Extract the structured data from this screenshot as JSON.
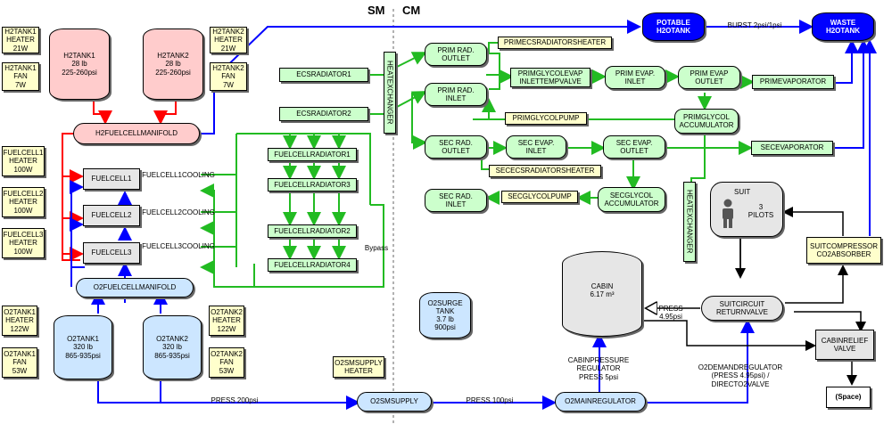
{
  "section_headers": {
    "sm": "SM",
    "cm": "CM"
  },
  "tanks": {
    "h2tank1": "H2TANK1\n28 lb\n225-260psi",
    "h2tank2": "H2TANK2\n28 lb\n225-260psi",
    "o2tank1": "O2TANK1\n320 lb\n865-935psi",
    "o2tank2": "O2TANK2\n320 lb\n865-935psi",
    "cabin": "CABIN\n6.17 m³",
    "o2surge": "O2SURGE\nTANK\n3.7 lb\n900psi",
    "potable": "POTABLE\nH2OTANK",
    "waste": "WASTE\nH2OTANK",
    "suit": "SUIT",
    "suit_pilots": "3\nPILOTS"
  },
  "heaters": {
    "h2t1_heater": "H2TANK1\nHEATER\n21W",
    "h2t1_fan": "H2TANK1\nFAN\n7W",
    "h2t2_heater": "H2TANK2\nHEATER\n21W",
    "h2t2_fan": "H2TANK2\nFAN\n7W",
    "fc1_heater": "FUELCELL1\nHEATER\n100W",
    "fc2_heater": "FUELCELL2\nHEATER\n100W",
    "fc3_heater": "FUELCELL3\nHEATER\n100W",
    "o2t1_heater": "O2TANK1\nHEATER\n122W",
    "o2t1_fan": "O2TANK1\nFAN\n53W",
    "o2t2_heater": "O2TANK2\nHEATER\n122W",
    "o2t2_fan": "O2TANK2\nFAN\n53W",
    "o2sm_heater": "O2SMSUPPLY\nHEATER",
    "prim_rad_heater": "PRIMECSRADIATORSHEATER",
    "sec_rad_heater": "SECECSRADIATORSHEATER",
    "prim_pump": "PRIMGLYCOLPUMP",
    "sec_pump": "SECGLYCOLPUMP"
  },
  "manifolds": {
    "h2": "H2FUELCELLMANIFOLD",
    "o2": "O2FUELCELLMANIFOLD"
  },
  "fuelcells": {
    "fc1": "FUELCELL1",
    "fc2": "FUELCELL2",
    "fc3": "FUELCELL3",
    "fc1_cooling": "FUELCELL1COOLING",
    "fc2_cooling": "FUELCELL2COOLING",
    "fc3_cooling": "FUELCELL3COOLING"
  },
  "radiators": {
    "r1": "FUELCELLRADIATOR1",
    "r2": "FUELCELLRADIATOR2",
    "r3": "FUELCELLRADIATOR3",
    "r4": "FUELCELLRADIATOR4",
    "bypass": "Bypass",
    "ecs1": "ECSRADIATOR1",
    "ecs2": "ECSRADIATOR2",
    "hx1": "HEATEXCHANGER",
    "hx2": "HEATEXCHANGER"
  },
  "glycol": {
    "prim_rad_outlet": "PRIM RAD.\nOUTLET",
    "prim_rad_inlet": "PRIM RAD.\nINLET",
    "prim_valve": "PRIMGLYCOLEVAP\nINLETTEMPVALVE",
    "prim_evap_inlet": "PRIM EVAP.\nINLET",
    "prim_evap_outlet": "PRIM EVAP\nOUTLET",
    "prim_evaporator": "PRIMEVAPORATOR",
    "prim_accum": "PRIMGLYCOL\nACCUMULATOR",
    "sec_rad_outlet": "SEC RAD.\nOUTLET",
    "sec_rad_inlet": "SEC RAD.\nINLET",
    "sec_evap_inlet": "SEC EVAP.\nINLET",
    "sec_evap_outlet": "SEC EVAP.\nOUTLET",
    "sec_evaporator": "SECEVAPORATOR",
    "sec_accum": "SECGLYCOL\nACCUMULATOR"
  },
  "life_support": {
    "suit_compressor": "SUITCOMPRESSOR\nCO2ABSORBER",
    "suit_circuit": "SUITCIRCUIT\nRETURNVALVE",
    "cabin_relief": "CABINRELIEF\nVALVE",
    "space": "(Space)",
    "o2sm_supply": "O2SMSUPPLY",
    "o2main_reg": "O2MAINREGULATOR"
  },
  "annotations": {
    "burst": "BURST 2psi/1psi",
    "press_495": "PRESS\n4.95psi",
    "cabin_press_reg": "CABINPRESSURE\nREGULATOR\nPRESS 5psi",
    "o2_demand": "O2DEMANDREGULATOR\n(PRESS 4.95psi) /\nDIRECTO2VALVE",
    "press_200": "PRESS 200psi",
    "press_100": "PRESS 100psi"
  }
}
